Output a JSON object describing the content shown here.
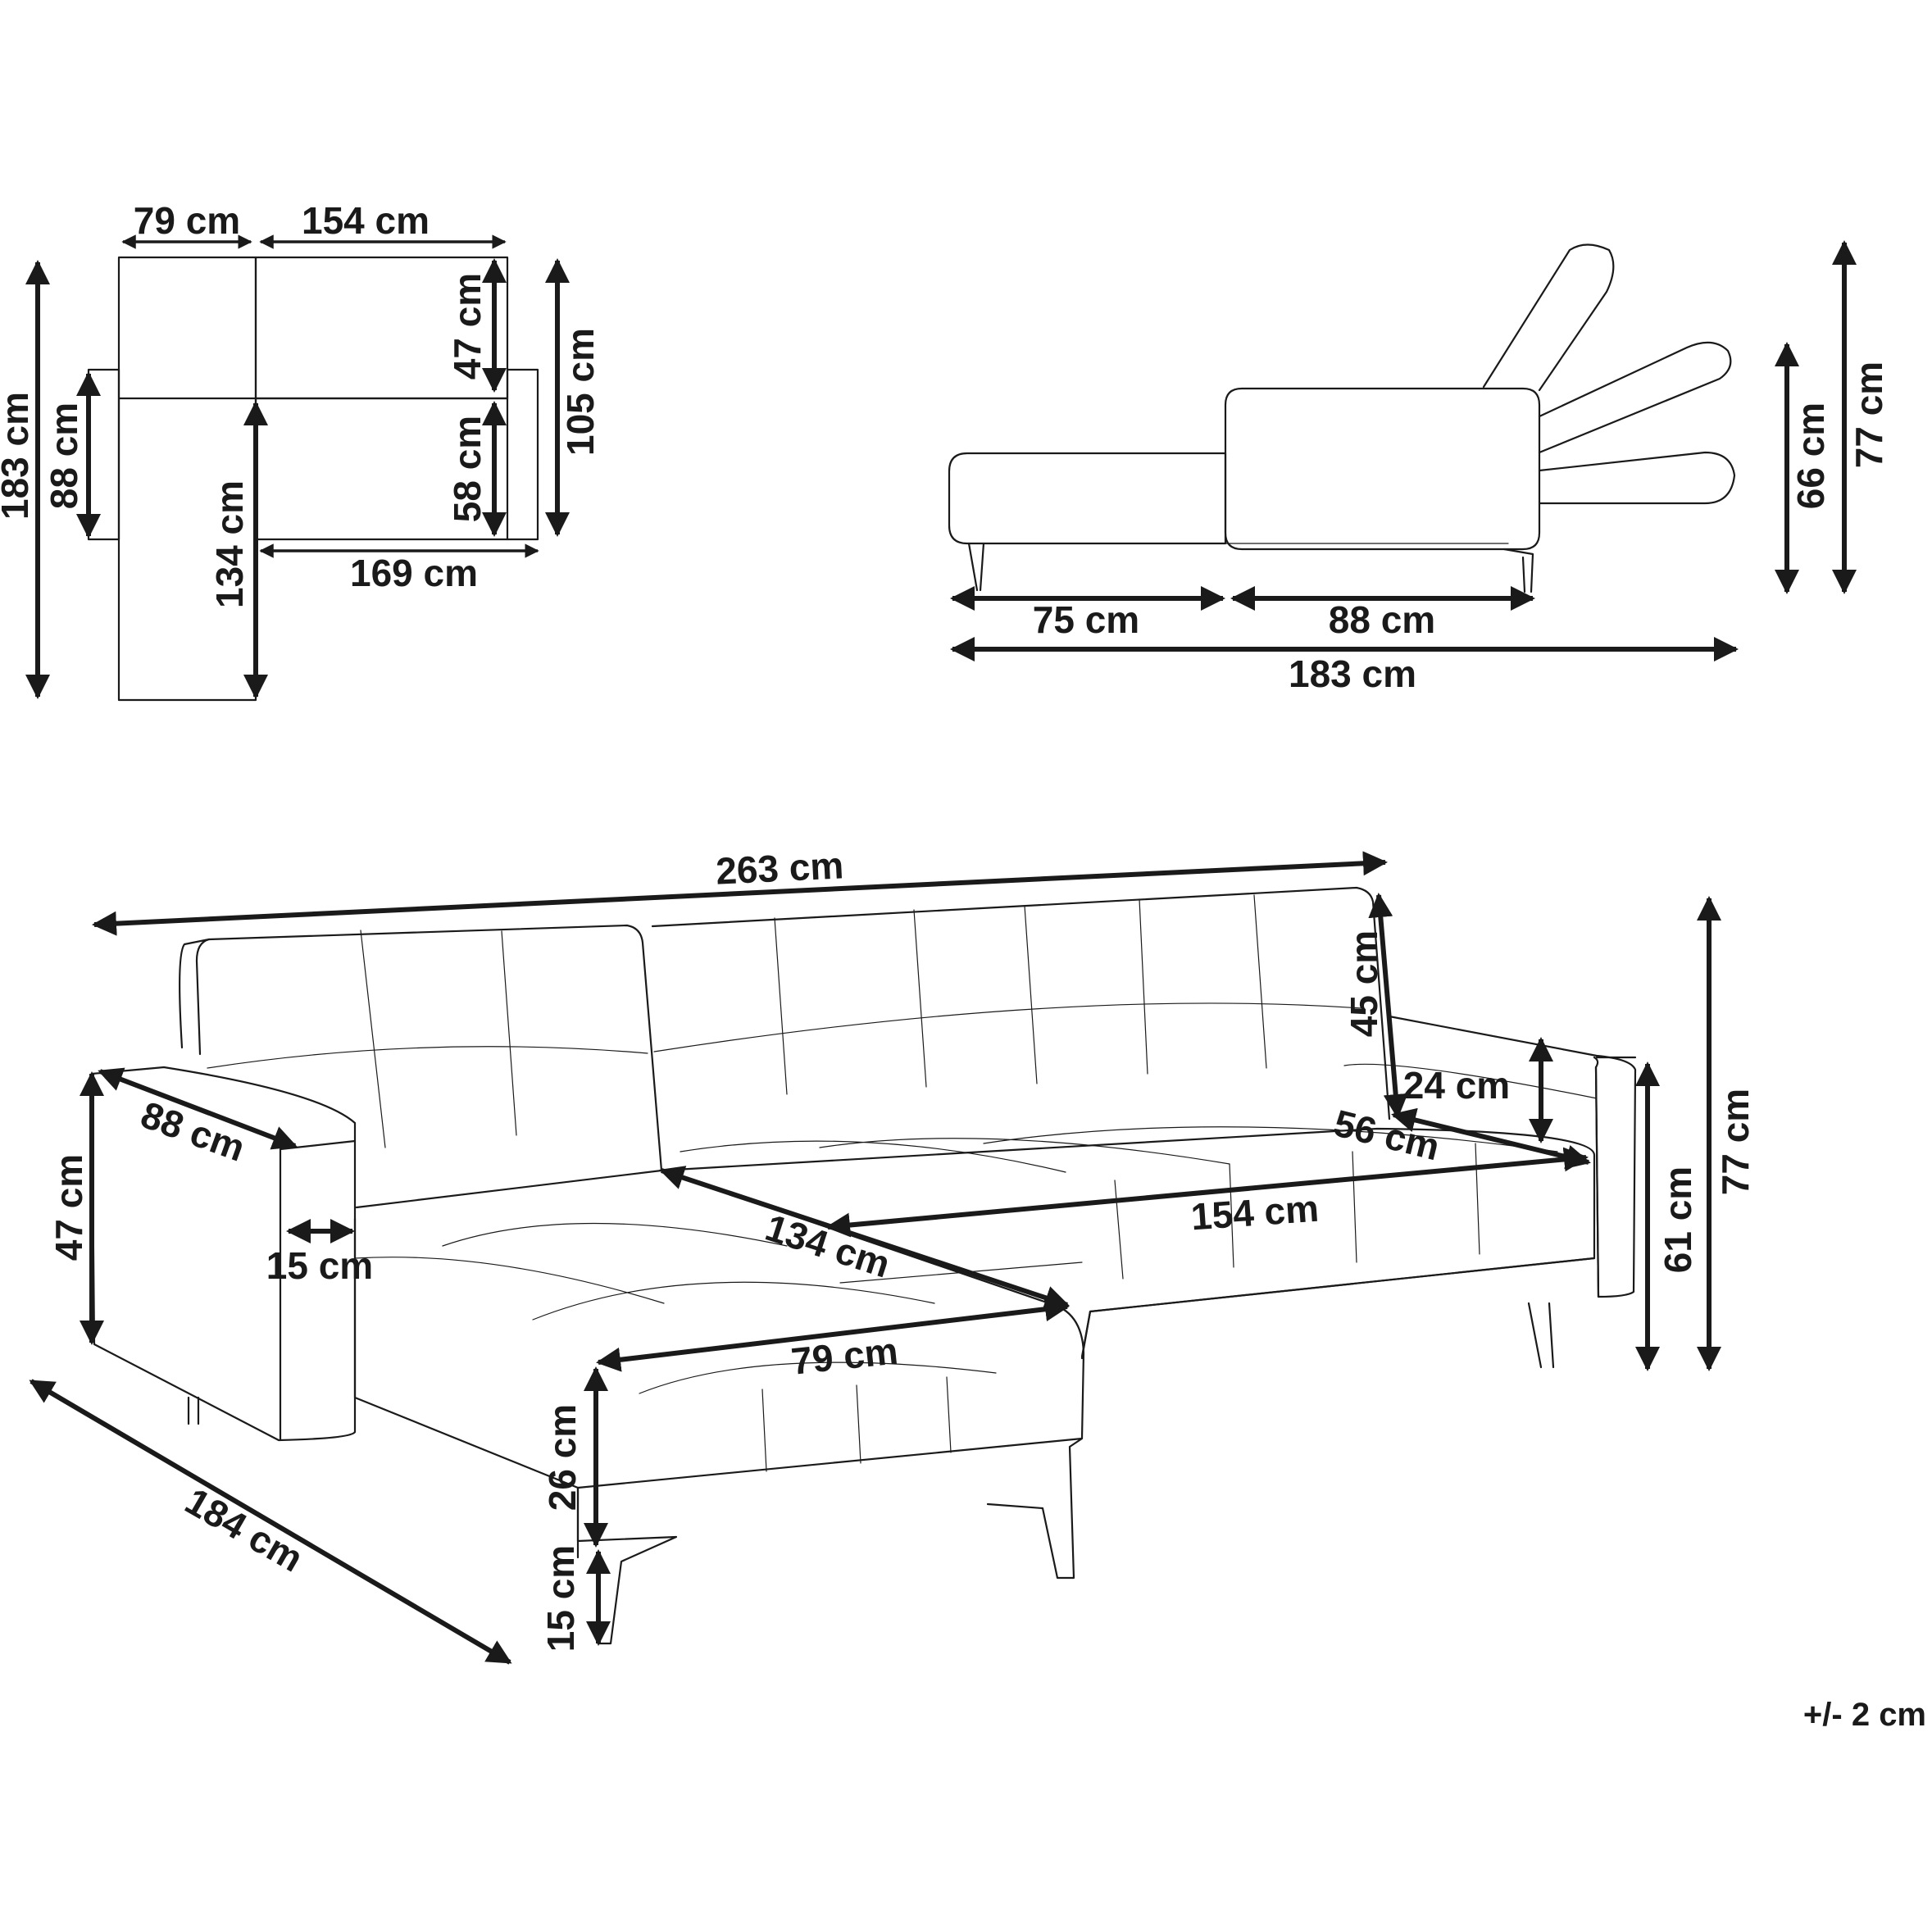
{
  "top_view": {
    "labels": {
      "chaise_width": "79 cm",
      "sofa_width": "154 cm",
      "total_depth": "183 cm",
      "arm_depth": "88 cm",
      "back_depth": "47 cm",
      "seat_depth": "58 cm",
      "sofa_depth": "105 cm",
      "chaise_length": "134 cm",
      "seat_length": "169 cm"
    }
  },
  "side_view": {
    "labels": {
      "chaise_part": "75 cm",
      "sofa_part": "88 cm",
      "total_length": "183 cm",
      "back_height": "66 cm",
      "total_height": "77 cm"
    }
  },
  "perspective_view": {
    "labels": {
      "total_width": "263 cm",
      "back_height": "45 cm",
      "arm_height_left": "47 cm",
      "arm_length": "88 cm",
      "arm_width": "15 cm",
      "chaise_length": "134 cm",
      "seat_width": "154 cm",
      "arm_top": "24 cm",
      "seat_depth": "56 cm",
      "chaise_width": "79 cm",
      "seat_thickness": "26 cm",
      "leg_height": "15 cm",
      "total_length": "184 cm",
      "seat_height": "61 cm",
      "total_height": "77 cm"
    }
  },
  "tolerance": "+/- 2 cm"
}
